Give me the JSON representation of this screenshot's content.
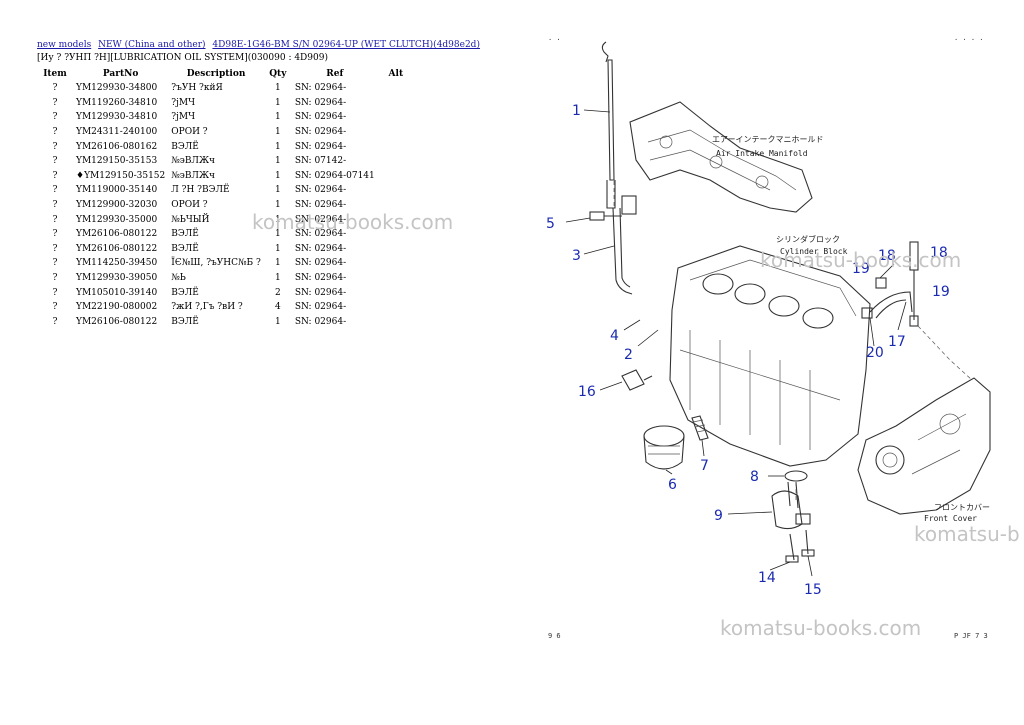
{
  "breadcrumb": {
    "link1": "new models",
    "link2": "NEW (China and other)",
    "link3": "4D98E-1G46-BM S/N 02964-UP (WET CLUTCH)(4d98e2d)"
  },
  "subtitle": "[Иу ? ?УНП ?Н][LUBRICATION OIL SYSTEM](030090 : 4D909)",
  "table": {
    "headers": [
      "Item",
      "PartNo",
      "Description",
      "Qty",
      "Ref",
      "Alt"
    ],
    "rows": [
      {
        "item": "?",
        "partno": "YM129930-34800",
        "desc": "?ъУН ?кйЯ",
        "qty": "1",
        "ref": "SN: 02964-"
      },
      {
        "item": "?",
        "partno": "YM119260-34810",
        "desc": "?jМЧ",
        "qty": "1",
        "ref": "SN: 02964-"
      },
      {
        "item": "?",
        "partno": "YM129930-34810",
        "desc": "?jМЧ",
        "qty": "1",
        "ref": "SN: 02964-"
      },
      {
        "item": "?",
        "partno": "YM24311-240100",
        "desc": "ОРОИ ?",
        "qty": "1",
        "ref": "SN: 02964-"
      },
      {
        "item": "?",
        "partno": "YM26106-080162",
        "desc": "ВЭЛЁ",
        "qty": "1",
        "ref": "SN: 02964-"
      },
      {
        "item": "?",
        "partno": "YM129150-35153",
        "desc": "№эВЛЖч",
        "qty": "1",
        "ref": "SN: 07142-"
      },
      {
        "item": "?",
        "partno": "♦YM129150-35152",
        "desc": "№эВЛЖч",
        "qty": "1",
        "ref": "SN: 02964-07141"
      },
      {
        "item": "?",
        "partno": "YM119000-35140",
        "desc": "Л ?Н ?ВЭЛЁ",
        "qty": "1",
        "ref": "SN: 02964-"
      },
      {
        "item": "?",
        "partno": "YM129900-32030",
        "desc": "ОРОИ ?",
        "qty": "1",
        "ref": "SN: 02964-"
      },
      {
        "item": "?",
        "partno": "YM129930-35000",
        "desc": "№ЬЧЫЙ",
        "qty": "1",
        "ref": "SN: 02964-"
      },
      {
        "item": "?",
        "partno": "YM26106-080122",
        "desc": "ВЭЛЁ",
        "qty": "1",
        "ref": "SN: 02964-"
      },
      {
        "item": "?",
        "partno": "YM26106-080122",
        "desc": "ВЭЛЁ",
        "qty": "1",
        "ref": "SN: 02964-"
      },
      {
        "item": "?",
        "partno": "YM114250-39450",
        "desc": "ЇЄ№Ш, ?ъУНС№Б ?",
        "qty": "1",
        "ref": "SN: 02964-"
      },
      {
        "item": "?",
        "partno": "YM129930-39050",
        "desc": "№Ь",
        "qty": "1",
        "ref": "SN: 02964-"
      },
      {
        "item": "?",
        "partno": "YM105010-39140",
        "desc": "ВЭЛЁ",
        "qty": "2",
        "ref": "SN: 02964-"
      },
      {
        "item": "?",
        "partno": "YM22190-080002",
        "desc": "?жИ ?,Гъ ?вИ ?",
        "qty": "4",
        "ref": "SN: 02964-"
      },
      {
        "item": "?",
        "partno": "YM26106-080122",
        "desc": "ВЭЛЁ",
        "qty": "1",
        "ref": "SN: 02964-"
      }
    ]
  },
  "watermark": "komatsu-books.com",
  "watermark_partial": "komatsu-b",
  "diagram": {
    "labels": {
      "air_intake_jp": "エアーインテークマニホールド",
      "air_intake_en": "Air Intake Manifold",
      "cylinder_jp": "シリンダブロック",
      "cylinder_en": "Cylinder Block",
      "front_jp": "フロントカバー",
      "front_en": "Front Cover"
    },
    "callouts": [
      "1",
      "2",
      "3",
      "4",
      "5",
      "6",
      "7",
      "8",
      "9",
      "14",
      "15",
      "16",
      "17",
      "18",
      "18",
      "19",
      "19",
      "20"
    ],
    "page_left": "9 6",
    "page_right": "P JF 7 3",
    "corner_left": "· ·",
    "corner_right": "· · · ·"
  },
  "colors": {
    "link": "#1a1aa8",
    "callout": "#1b2bb0",
    "watermark": "#c4c4c4"
  }
}
